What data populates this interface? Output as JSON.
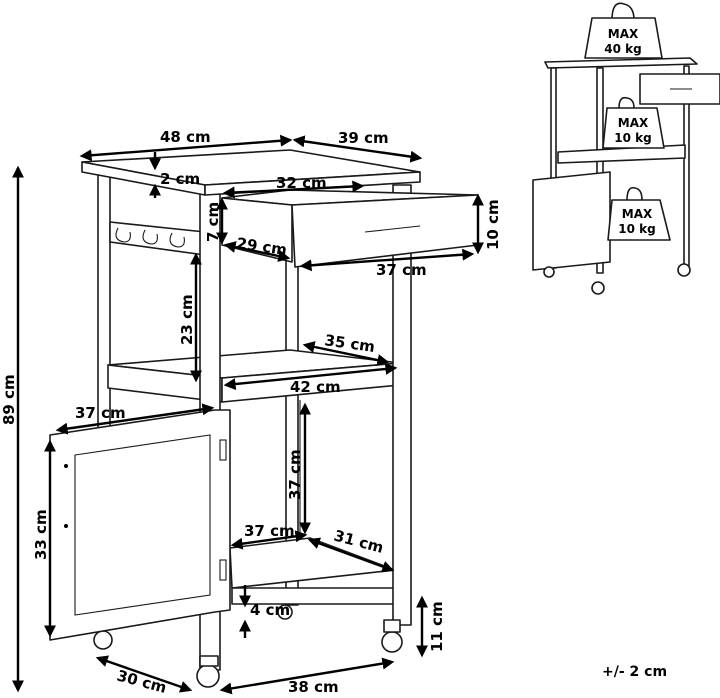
{
  "dimensions": {
    "top_width": "48 cm",
    "top_depth": "39 cm",
    "top_thickness": "2 cm",
    "drawer_inner_width": "32 cm",
    "drawer_inner_height": "7 cm",
    "drawer_front_height": "10 cm",
    "drawer_inner_depth": "29 cm",
    "drawer_front_width": "37 cm",
    "upper_clearance": "23 cm",
    "shelf_depth": "35 cm",
    "shelf_width": "42 cm",
    "door_width": "37 cm",
    "total_height": "89 cm",
    "cabinet_height": "37 cm",
    "door_height": "33 cm",
    "bottom_width": "37 cm",
    "bottom_depth": "31 cm",
    "bottom_board": "4 cm",
    "wheel_height": "11 cm",
    "base_depth": "30 cm",
    "base_width": "38 cm"
  },
  "load_limits": {
    "top": {
      "line1": "MAX",
      "line2": "40 kg"
    },
    "middle": {
      "line1": "MAX",
      "line2": "10 kg"
    },
    "bottom": {
      "line1": "MAX",
      "line2": "10 kg"
    }
  },
  "tolerance": "+/- 2 cm"
}
